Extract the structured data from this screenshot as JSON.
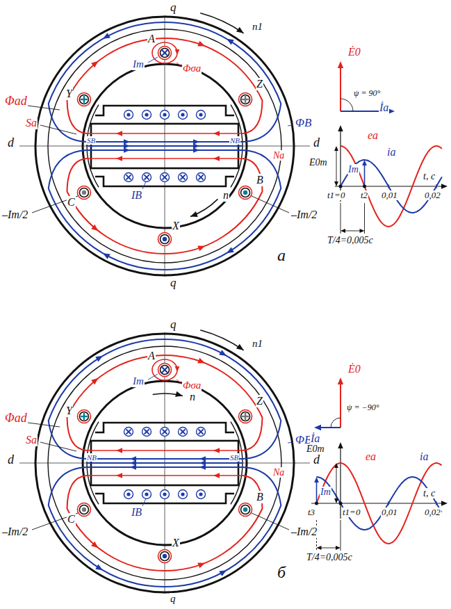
{
  "diagram": {
    "labels": [
      "q",
      "A",
      "Im",
      "Φσa",
      "n1",
      "Z",
      "Y",
      "Φad",
      "Sa",
      "ΦВ",
      "d",
      "SВ",
      "NВ",
      "Na",
      "d",
      "IВ",
      "B",
      "C",
      "n",
      "–Im/2",
      "–Im/2",
      "X",
      "q",
      "а",
      "Ė0",
      "ψ = 90°",
      "İa",
      "ea",
      "ia",
      "E0m",
      "Im",
      "t, c",
      "t1=0",
      "t2",
      "0,01",
      "0,02",
      "T/4=0,005c",
      "q",
      "A",
      "Im",
      "Φσa",
      "n1",
      "Z",
      "Y",
      "Φad",
      "Sa",
      "ΦВ",
      "d",
      "NВ",
      "SВ",
      "Na",
      "d",
      "IВ",
      "B",
      "C",
      "n",
      "–Im/2",
      "–Im/2",
      "X",
      "q",
      "б",
      "Ė0",
      "ψ = −90°",
      "İa",
      "ea",
      "ia",
      "E0m",
      "Im",
      "t, c",
      "t3",
      "t1=0",
      "0,01",
      "0,02",
      "T/4=0,005c"
    ]
  }
}
